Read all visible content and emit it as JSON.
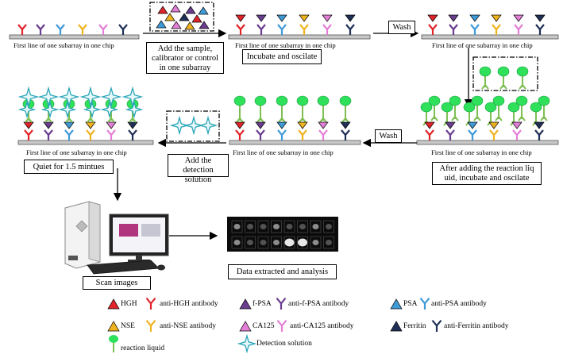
{
  "colors": {
    "HGH": "#e0242a",
    "fPSA": "#6a3d8f",
    "PSA": "#3f9ad8",
    "NSE": "#f0b320",
    "CA125": "#e37fd6",
    "Ferritin": "#1f2f56",
    "reaction": "#2ee05a",
    "reactionStem": "#7dbf52",
    "detection": "#2aa6b8",
    "chip": "#c8c8c8"
  },
  "chip_label": "First line of one subarray  in one  chip",
  "steps": {
    "add_sample": "Add the sample, calibrator or control in one subarray",
    "incubate": "Incubate and oscilate",
    "wash1": "Wash",
    "wash2": "Wash",
    "after_reaction": "After adding the reaction liq uid, incubate and oscilate",
    "add_detection": "Add the detection solution",
    "quiet": "Quiet for 1.5 mintues",
    "scan": "Scan images",
    "data": "Data extracted and analysis"
  },
  "legend": {
    "HGH": "HGH",
    "HGH_ab": "anti-HGH antibody",
    "fPSA": "f-PSA",
    "fPSA_ab": "anti-f-PSA antibody",
    "PSA": "PSA",
    "PSA_ab": "anti-PSA antibody",
    "NSE": "NSE",
    "NSE_ab": "anti-NSE antibody",
    "CA125": "CA125",
    "CA125_ab": "anti-CA125 antibody",
    "Ferritin": "Ferritin",
    "Ferritin_ab": "anti-Ferritin antibody",
    "reaction": "reaction liquid",
    "detection": "Detection solution"
  },
  "instrument_icons": [
    "scanner-instrument",
    "monitor",
    "keyboard",
    "mouse"
  ]
}
